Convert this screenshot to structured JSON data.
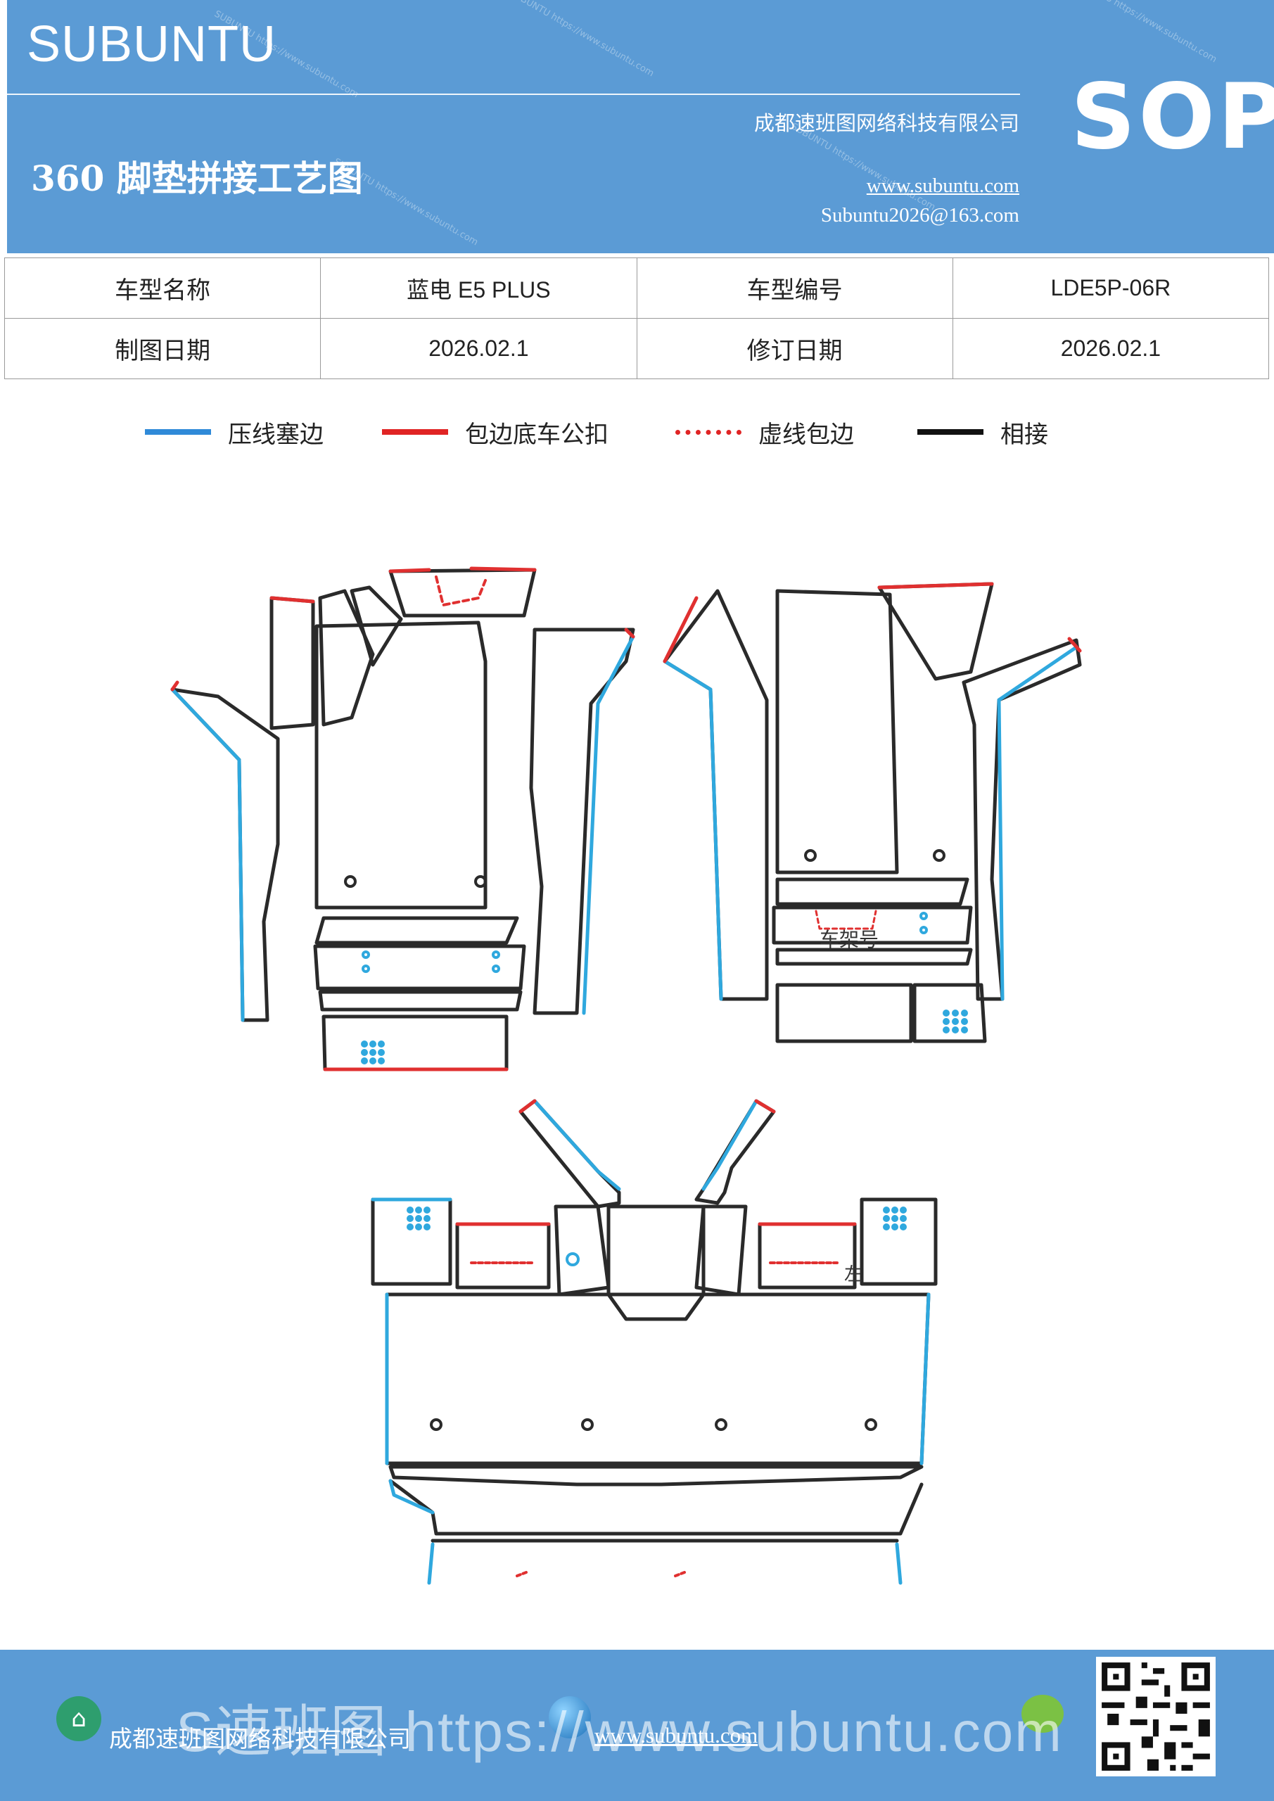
{
  "header": {
    "brand": "SUBUNTU",
    "title": "360 脚垫拼接工艺图",
    "company": "成都速班图网络科技有限公司",
    "website": "www.subuntu.com",
    "email": "Subuntu2026@163.com",
    "badge": "SOP",
    "watermark": "SUBUNTU https://www.subuntu.com",
    "background_color": "#5b9bd5"
  },
  "info_table": {
    "model_name_label": "车型名称",
    "model_name_value": "蓝电 E5  PLUS",
    "model_code_label": "车型编号",
    "model_code_value": "LDE5P-06R",
    "draw_date_label": "制图日期",
    "draw_date_value": "2026.02.1",
    "revise_date_label": "修订日期",
    "revise_date_value": "2026.02.1"
  },
  "legend": [
    {
      "label": "压线塞边",
      "color": "#2f8ad8",
      "style": "solid"
    },
    {
      "label": "包边底车公扣",
      "color": "#e02424",
      "style": "solid"
    },
    {
      "label": "虚线包边",
      "color": "#e02424",
      "style": "dotted"
    },
    {
      "label": "相接",
      "color": "#111111",
      "style": "solid"
    }
  ],
  "drawing": {
    "frame_label": "车架号",
    "side_label": "左",
    "colors": {
      "outline": "#2a2a2a",
      "blue": "#2fa8de",
      "red": "#e03030"
    }
  },
  "footer": {
    "company": "成都速班图网络科技有限公司",
    "website": "www.subuntu.com",
    "overlay_text": "S速班图 https://www.subuntu.com",
    "background_color": "#5b9bd5"
  }
}
